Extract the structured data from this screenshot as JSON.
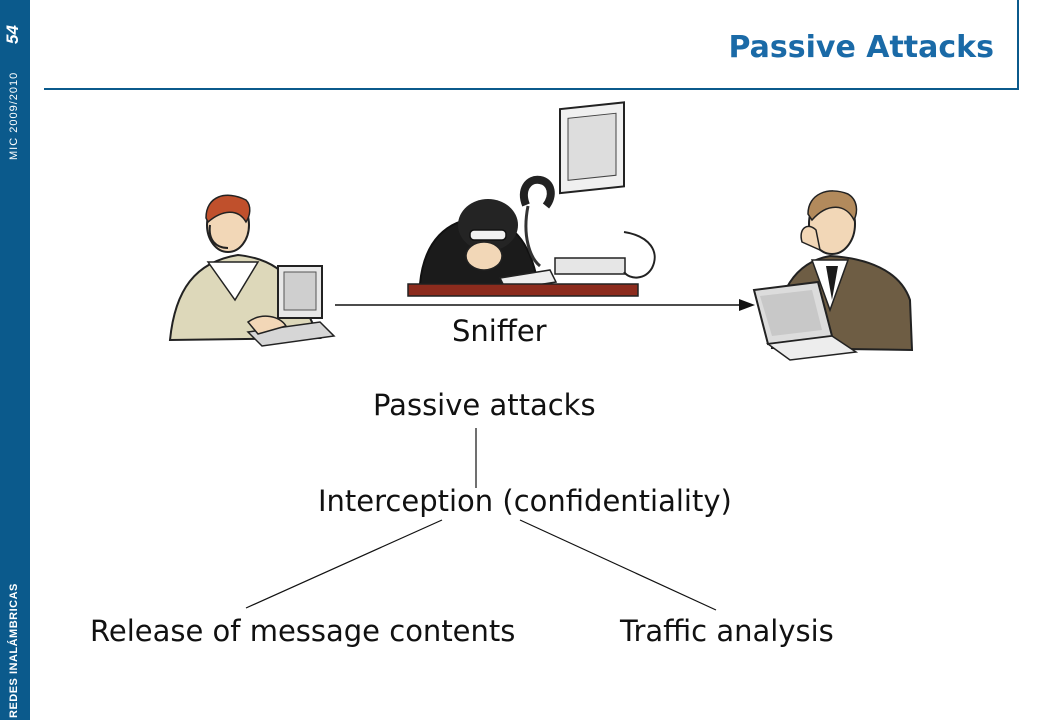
{
  "slide": {
    "title": "Passive Attacks",
    "page_number": "54",
    "course": "MIC 2009/2010",
    "subject": "REDES INALÁMBRICAS"
  },
  "diagram": {
    "sniffer_label": "Sniffer",
    "root": "Passive attacks",
    "child": "Interception (confidentiality)",
    "leaves": [
      "Release of message contents",
      "Traffic analysis"
    ]
  },
  "colors": {
    "accent": "#0b5a8c",
    "title": "#1a6aa7"
  }
}
